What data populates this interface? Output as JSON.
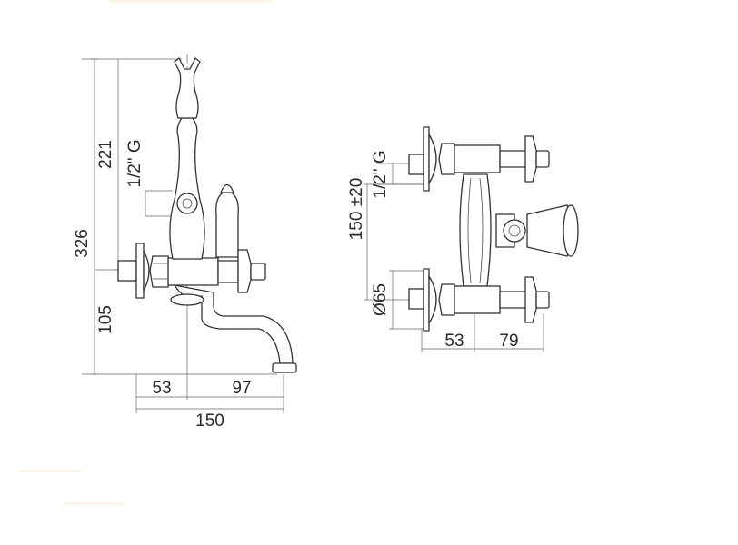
{
  "side_view": {
    "height_total": "326",
    "height_upper": "221",
    "height_lower": "105",
    "thread": "1/2\" G",
    "width_left": "53",
    "width_right": "97",
    "width_total": "150"
  },
  "front_view": {
    "center_distance": "150 ±20",
    "thread": "1/2\" G",
    "flange_diameter": "Ø65",
    "width_left": "53",
    "width_right": "79"
  }
}
